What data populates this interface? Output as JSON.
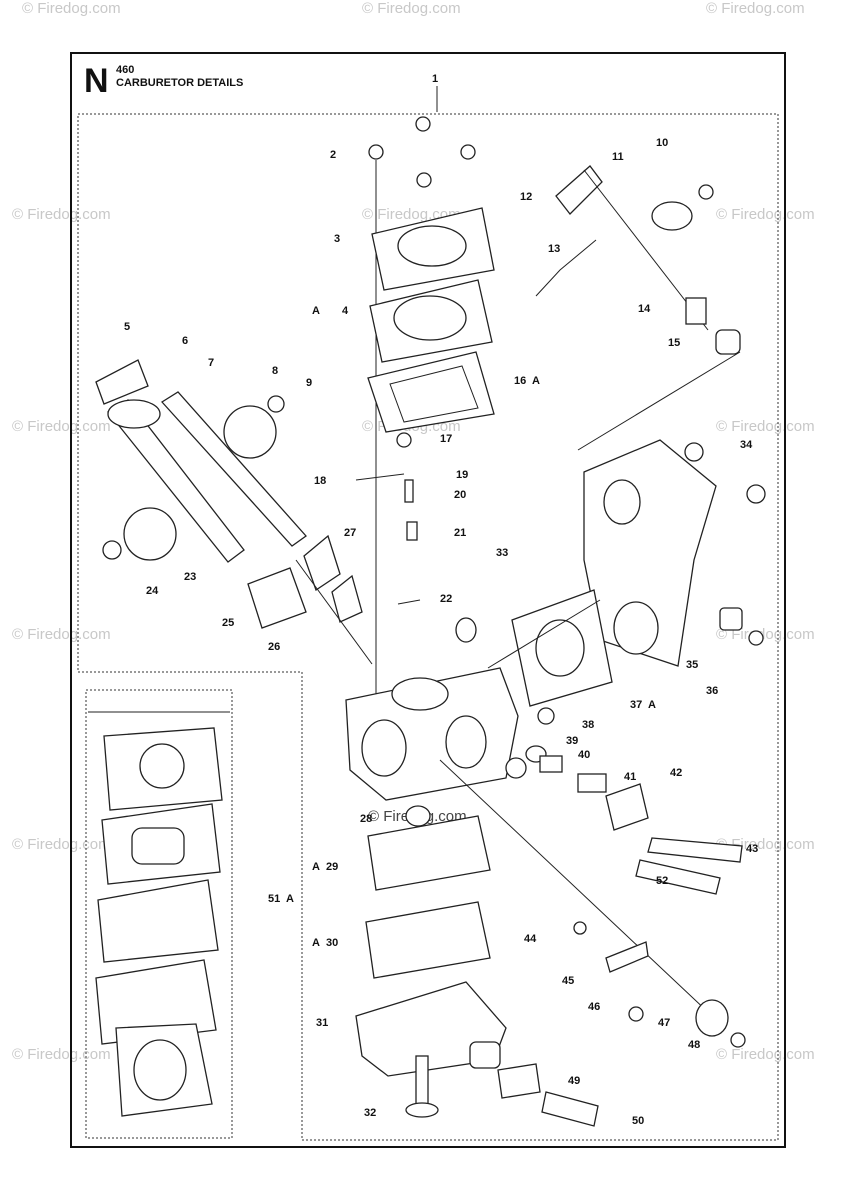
{
  "header": {
    "section_letter": "N",
    "model": "460",
    "title": "CARBURETOR DETAILS"
  },
  "watermark_text": "© Firedog.com",
  "callouts": [
    {
      "num": "1",
      "ref": ""
    },
    {
      "num": "2",
      "ref": ""
    },
    {
      "num": "3",
      "ref": ""
    },
    {
      "num": "4",
      "ref": "A"
    },
    {
      "num": "5",
      "ref": ""
    },
    {
      "num": "6",
      "ref": ""
    },
    {
      "num": "7",
      "ref": ""
    },
    {
      "num": "8",
      "ref": ""
    },
    {
      "num": "9",
      "ref": ""
    },
    {
      "num": "10",
      "ref": ""
    },
    {
      "num": "11",
      "ref": ""
    },
    {
      "num": "12",
      "ref": ""
    },
    {
      "num": "13",
      "ref": ""
    },
    {
      "num": "14",
      "ref": ""
    },
    {
      "num": "15",
      "ref": ""
    },
    {
      "num": "16",
      "ref": "A"
    },
    {
      "num": "17",
      "ref": ""
    },
    {
      "num": "18",
      "ref": ""
    },
    {
      "num": "19",
      "ref": ""
    },
    {
      "num": "20",
      "ref": ""
    },
    {
      "num": "21",
      "ref": ""
    },
    {
      "num": "22",
      "ref": ""
    },
    {
      "num": "23",
      "ref": ""
    },
    {
      "num": "24",
      "ref": ""
    },
    {
      "num": "25",
      "ref": ""
    },
    {
      "num": "26",
      "ref": ""
    },
    {
      "num": "27",
      "ref": ""
    },
    {
      "num": "28",
      "ref": ""
    },
    {
      "num": "29",
      "ref": "A"
    },
    {
      "num": "30",
      "ref": "A"
    },
    {
      "num": "31",
      "ref": ""
    },
    {
      "num": "32",
      "ref": ""
    },
    {
      "num": "33",
      "ref": ""
    },
    {
      "num": "34",
      "ref": ""
    },
    {
      "num": "35",
      "ref": ""
    },
    {
      "num": "36",
      "ref": ""
    },
    {
      "num": "37",
      "ref": "A"
    },
    {
      "num": "38",
      "ref": ""
    },
    {
      "num": "39",
      "ref": ""
    },
    {
      "num": "40",
      "ref": ""
    },
    {
      "num": "41",
      "ref": ""
    },
    {
      "num": "42",
      "ref": ""
    },
    {
      "num": "43",
      "ref": ""
    },
    {
      "num": "44",
      "ref": ""
    },
    {
      "num": "45",
      "ref": ""
    },
    {
      "num": "46",
      "ref": ""
    },
    {
      "num": "47",
      "ref": ""
    },
    {
      "num": "48",
      "ref": ""
    },
    {
      "num": "49",
      "ref": ""
    },
    {
      "num": "50",
      "ref": ""
    },
    {
      "num": "51",
      "ref": "A"
    },
    {
      "num": "52",
      "ref": ""
    }
  ]
}
